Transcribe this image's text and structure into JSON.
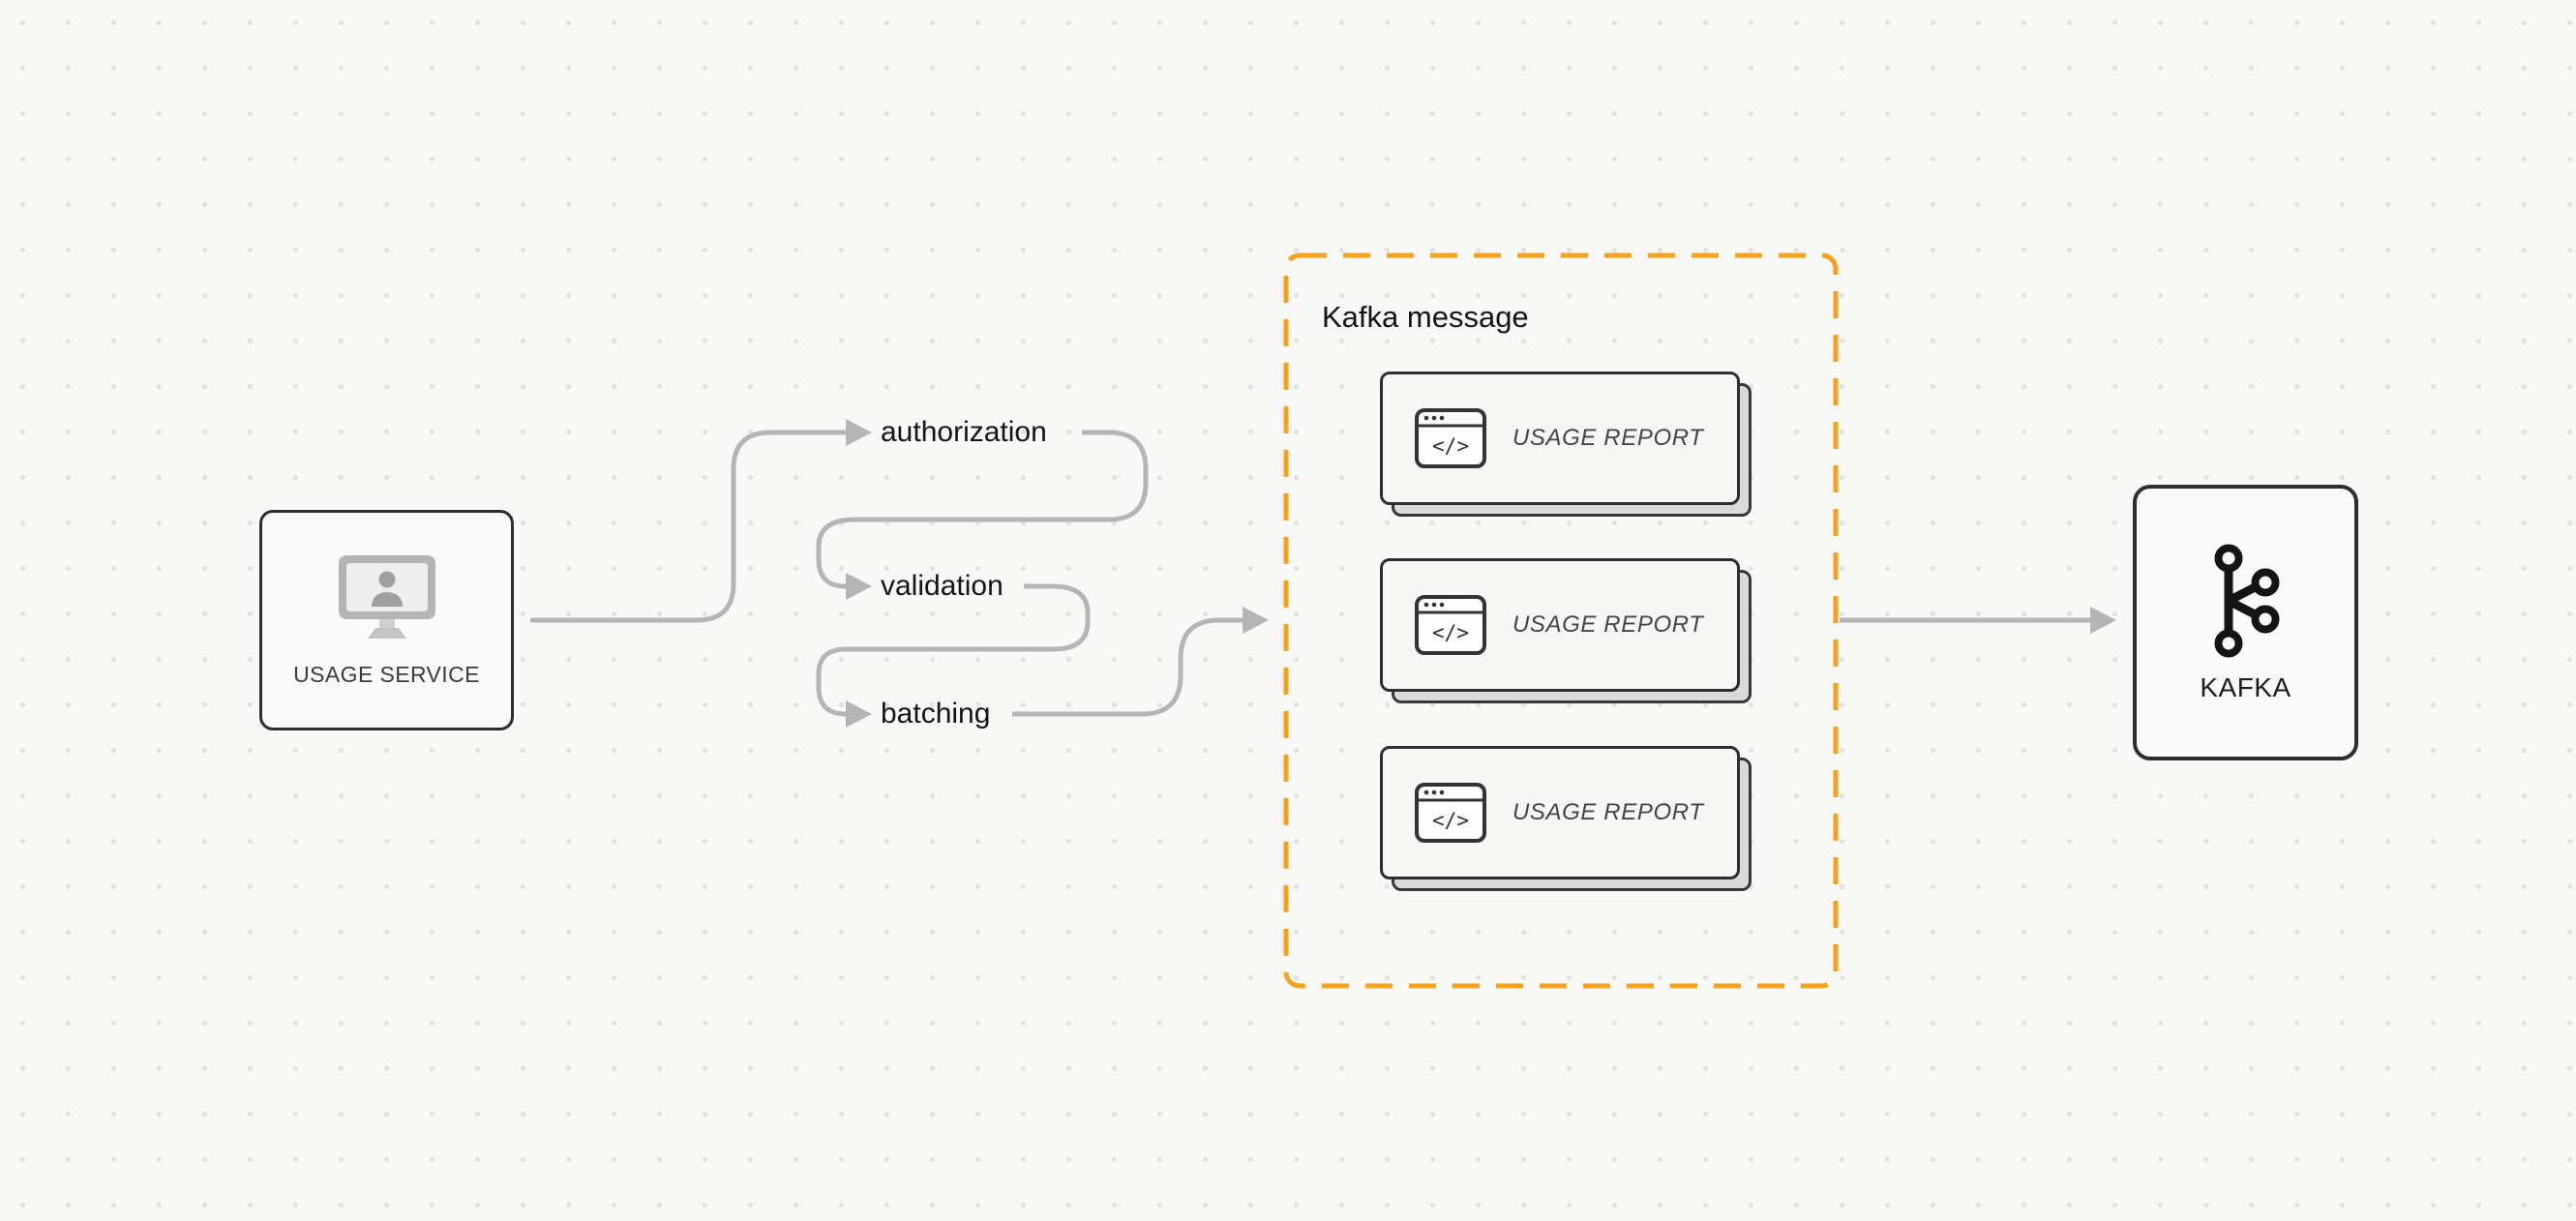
{
  "canvas": {
    "background": "#f8f8f7",
    "dot_color": "#e3e3e1"
  },
  "colors": {
    "arrow": "#b5b5b5",
    "node_border": "#2e2e2e",
    "node_fill": "#fafafa",
    "group_border_orange": "#f6a21e",
    "text_primary": "#141414",
    "text_secondary": "#454545"
  },
  "nodes": {
    "usage_service": {
      "label": "USAGE SERVICE",
      "icon": "monitor-user-icon"
    },
    "steps": [
      {
        "label": "authorization"
      },
      {
        "label": "validation"
      },
      {
        "label": "batching"
      }
    ],
    "kafka_message_group": {
      "label": "Kafka message",
      "card_code_glyph": "</>",
      "cards": [
        {
          "label": "USAGE REPORT",
          "icon": "code-window-icon"
        },
        {
          "label": "USAGE REPORT",
          "icon": "code-window-icon"
        },
        {
          "label": "USAGE REPORT",
          "icon": "code-window-icon"
        }
      ]
    },
    "kafka": {
      "label": "KAFKA",
      "icon": "kafka-logo-icon"
    }
  }
}
